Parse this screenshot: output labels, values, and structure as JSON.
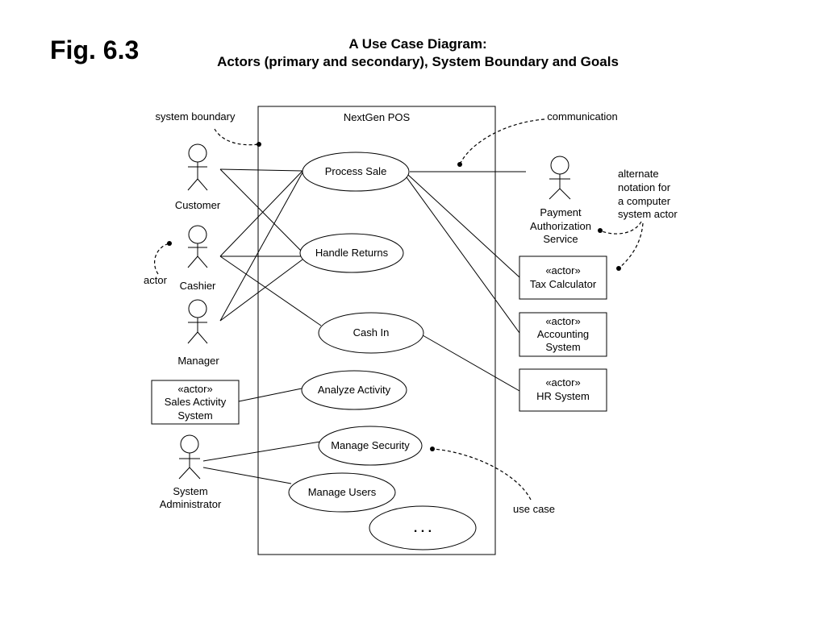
{
  "figure": {
    "label": "Fig. 6.3",
    "title_line1": "A Use Case Diagram:",
    "title_line2": "Actors (primary and secondary), System Boundary and Goals"
  },
  "system": {
    "name": "NextGen POS"
  },
  "actors": {
    "customer": "Customer",
    "cashier": "Cashier",
    "manager": "Manager",
    "payment_line1": "Payment",
    "payment_line2": "Authorization",
    "payment_line3": "Service",
    "sysadmin_line1": "System",
    "sysadmin_line2": "Administrator"
  },
  "actor_boxes": {
    "stereotype": "«actor»",
    "tax_calculator": "Tax Calculator",
    "accounting_line1": "Accounting",
    "accounting_line2": "System",
    "hr_system": "HR System",
    "sales_activity_line1": "Sales Activity",
    "sales_activity_line2": "System"
  },
  "use_cases": {
    "process_sale": "Process Sale",
    "handle_returns": "Handle Returns",
    "cash_in": "Cash In",
    "analyze_activity": "Analyze Activity",
    "manage_security": "Manage Security",
    "manage_users": "Manage Users",
    "more": ". . ."
  },
  "annotations": {
    "system_boundary": "system boundary",
    "communication": "communication",
    "alternate_line1": "alternate",
    "alternate_line2": "notation for",
    "alternate_line3": "a computer",
    "alternate_line4": "system actor",
    "actor": "actor",
    "use_case": "use case"
  }
}
